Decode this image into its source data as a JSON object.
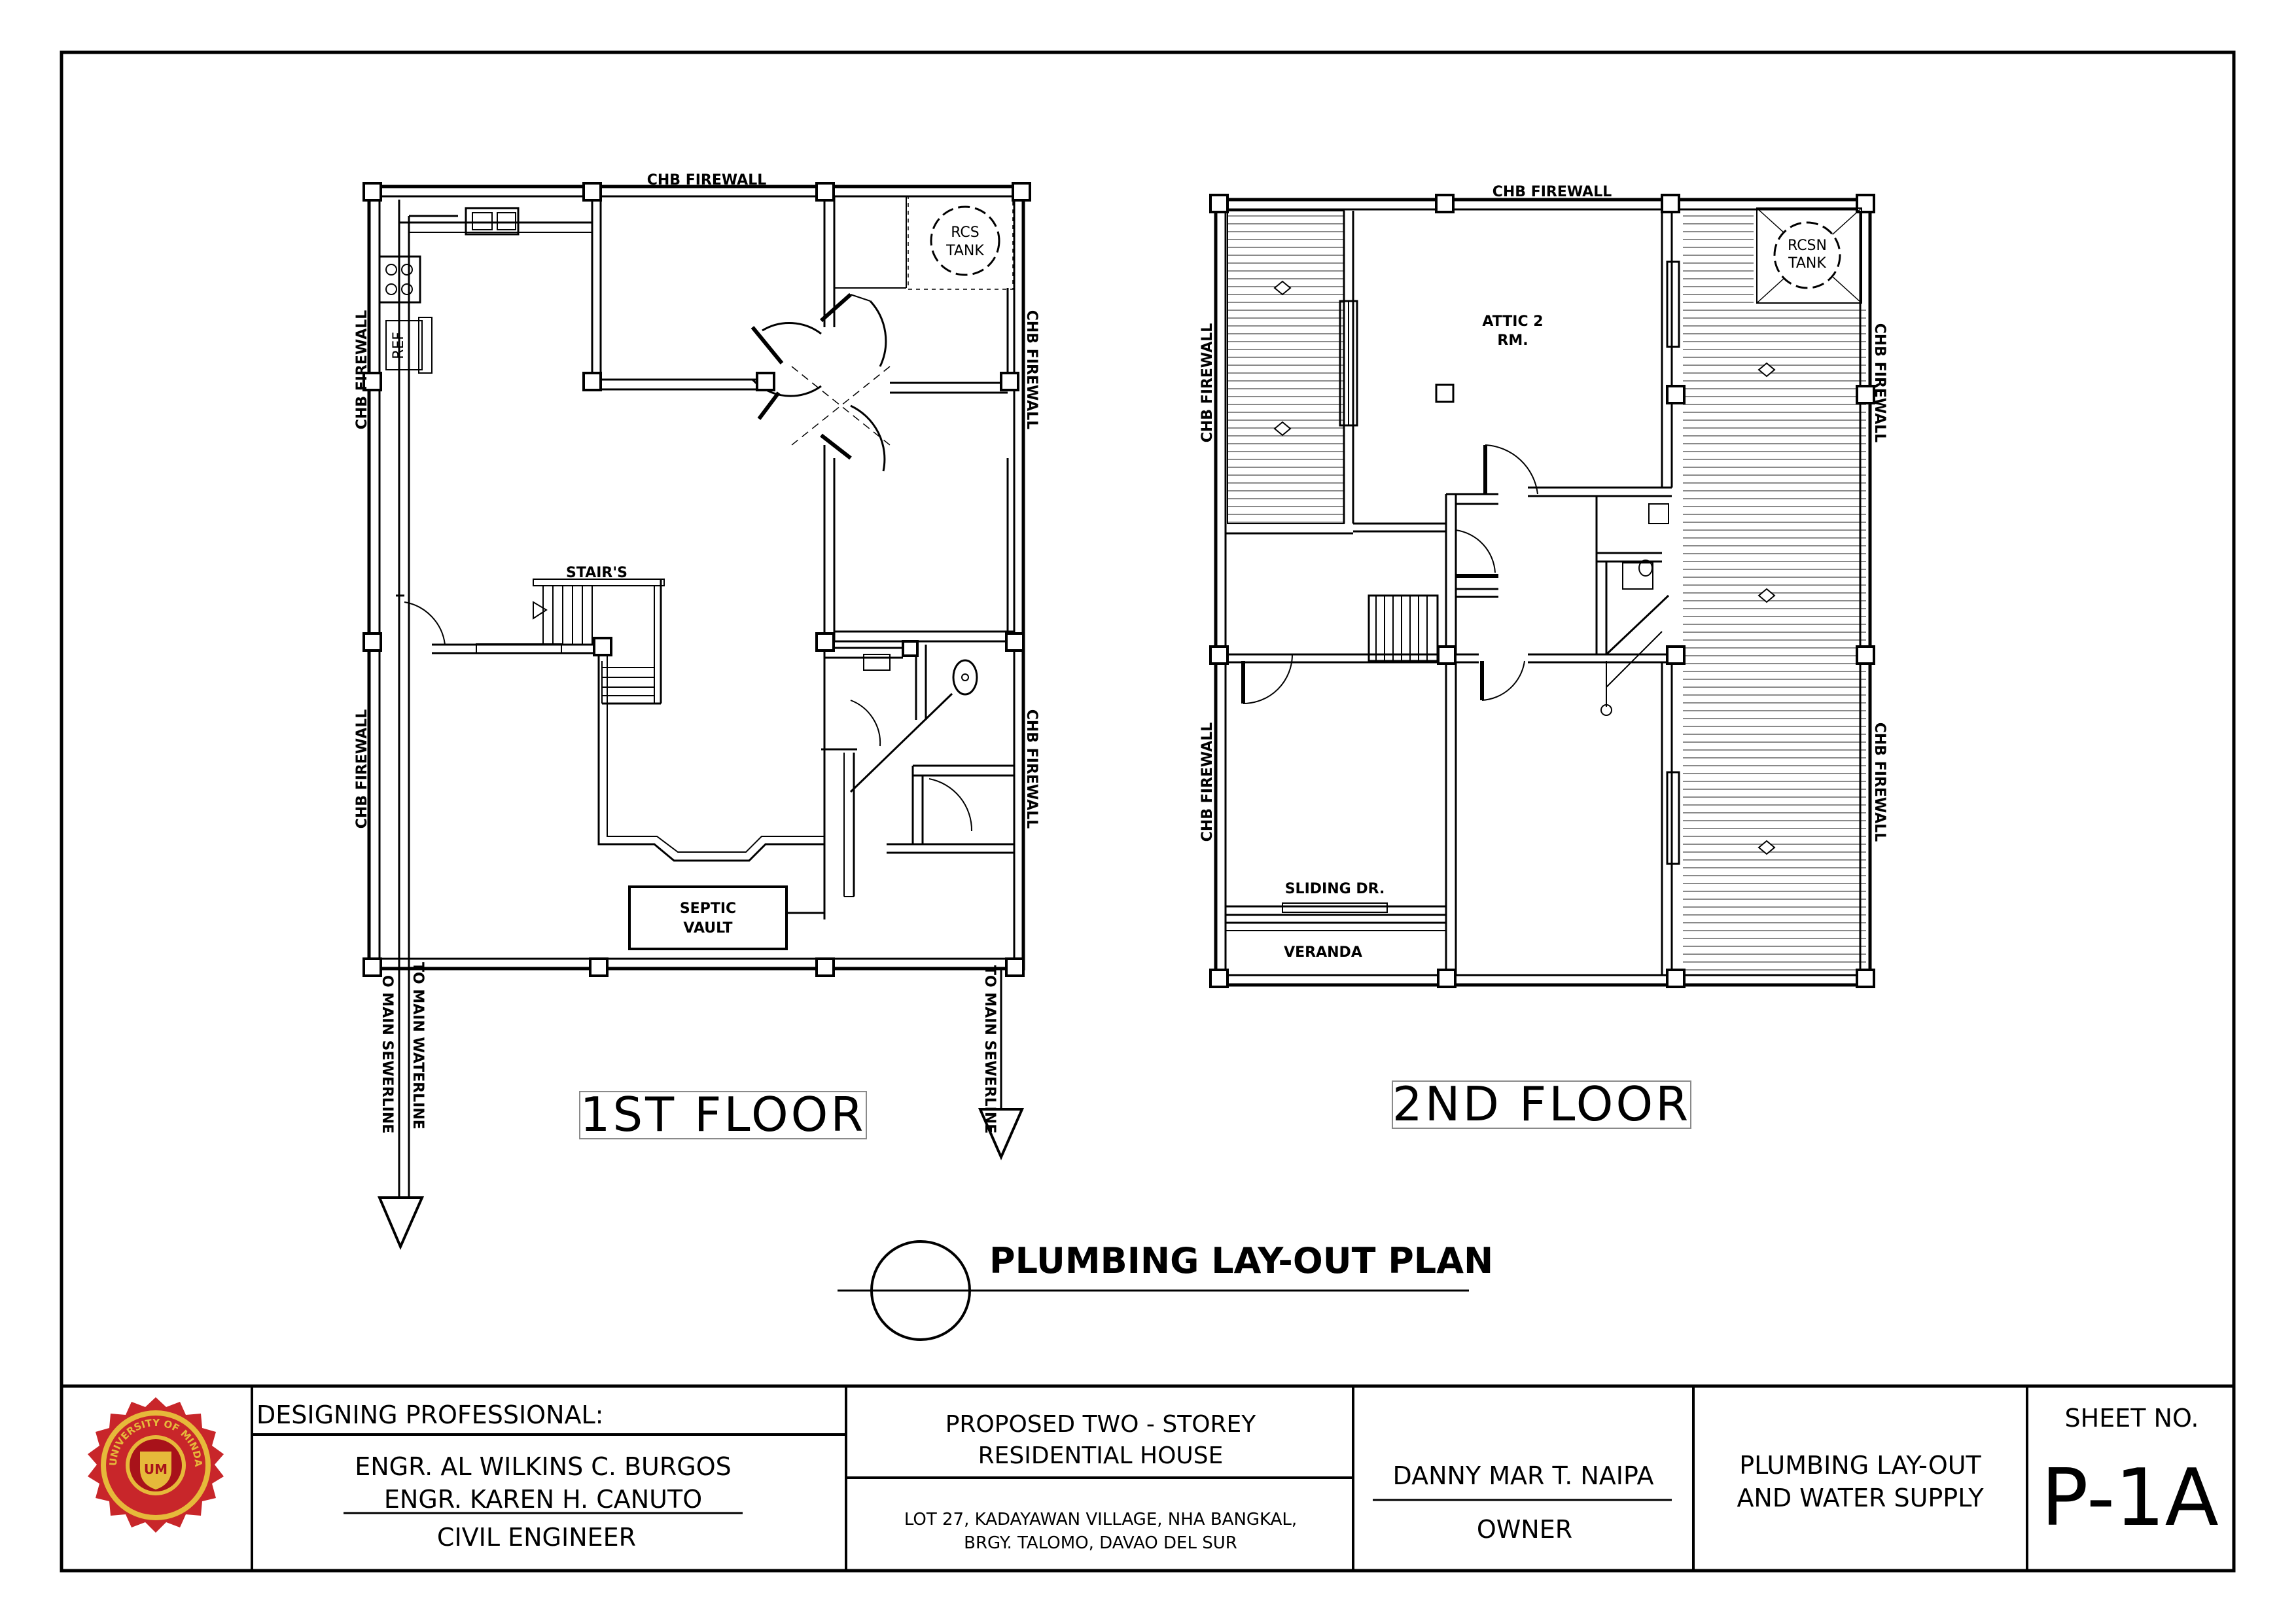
{
  "drawing": {
    "first_floor": {
      "title": "1ST FLOOR",
      "labels": {
        "top_wall": "CHB FIREWALL",
        "left_wall_upper": "CHB FIREWALL",
        "left_wall_lower": "CHB FIREWALL",
        "right_wall_upper": "CHB FIREWALL",
        "right_wall_lower": "CHB FIREWALL",
        "rcs_tank_line1": "RCS",
        "rcs_tank_line2": "TANK",
        "ref": "REF",
        "stairs": "STAIR'S",
        "septic_line1": "SEPTIC",
        "septic_line2": "VAULT",
        "sewer_left": "O MAIN SEWERLINE",
        "water_line": "TO MAIN WATERLINE",
        "sewer_right": "TO MAIN SEWERLINE"
      }
    },
    "second_floor": {
      "title": "2ND FLOOR",
      "labels": {
        "top_wall": "CHB FIREWALL",
        "left_wall_upper": "CHB FIREWALL",
        "left_wall_lower": "CHB FIREWALL",
        "right_wall_upper": "CHB FIREWALL",
        "right_wall_lower": "CHB FIREWALL",
        "attic_line1": "ATTIC 2",
        "attic_line2": "RM.",
        "rcsn_tank_line1": "RCSN",
        "rcsn_tank_line2": "TANK",
        "sliding_door": "SLIDING DR.",
        "veranda": "VERANDA"
      }
    },
    "plan_title": "PLUMBING LAY-OUT PLAN"
  },
  "title_block": {
    "logo_text": "THE UNIVERSITY OF MINDANAO",
    "designing_label": "DESIGNING PROFESSIONAL:",
    "engineer_1": "ENGR. AL WILKINS C. BURGOS",
    "engineer_2": "ENGR. KAREN H. CANUTO",
    "engineer_role": "CIVIL ENGINEER",
    "project_line1": "PROPOSED TWO - STOREY",
    "project_line2": "RESIDENTIAL HOUSE",
    "location_line1": "LOT 27, KADAYAWAN VILLAGE, NHA BANGKAL,",
    "location_line2": "BRGY. TALOMO, DAVAO DEL SUR",
    "owner_name": "DANNY MAR T. NAIPA",
    "owner_label": "OWNER",
    "sheet_title_line1": "PLUMBING LAY-OUT",
    "sheet_title_line2": "AND WATER SUPPLY",
    "sheet_no_label": "SHEET NO.",
    "sheet_no": "P-1A"
  },
  "colors": {
    "line": "#000000",
    "seal_red": "#c8262a",
    "seal_gold": "#e6b93a",
    "seal_inner": "#a8121a"
  }
}
